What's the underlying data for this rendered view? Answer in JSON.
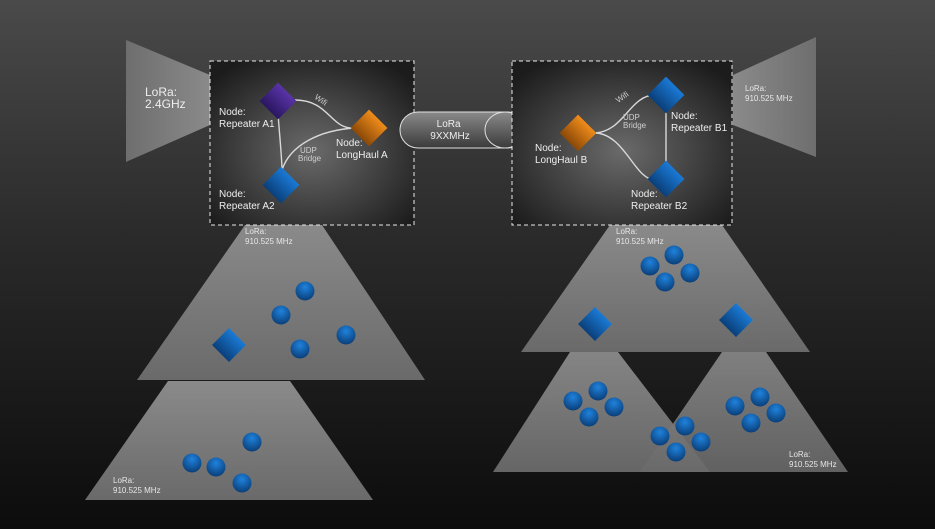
{
  "diagram": {
    "cluster_a": {
      "antenna_label": [
        "LoRa:",
        "2.4GHz"
      ],
      "nodes": {
        "repeater_a1": [
          "Node:",
          "Repeater A1"
        ],
        "longhaul_a": [
          "Node:",
          "LongHaul A"
        ],
        "repeater_a2": [
          "Node:",
          "Repeater A2"
        ]
      },
      "links": {
        "wifi": "Wifi",
        "udp": [
          "UDP",
          "Bridge"
        ]
      },
      "coverage_top_label": [
        "LoRa:",
        "910.525 MHz"
      ],
      "coverage_bottom_label": [
        "LoRa:",
        "910.525 MHz"
      ]
    },
    "backhaul": {
      "label": [
        "LoRa",
        "9XXMHz"
      ]
    },
    "cluster_b": {
      "antenna_label": [
        "LoRa:",
        "910.525 MHz"
      ],
      "nodes": {
        "longhaul_b": [
          "Node:",
          "LongHaul B"
        ],
        "repeater_b1": [
          "Node:",
          "Repeater B1"
        ],
        "repeater_b2": [
          "Node:",
          "Repeater B2"
        ]
      },
      "links": {
        "wifi": "Wifi",
        "udp": [
          "UDP",
          "Bridge"
        ]
      },
      "coverage_top_label": [
        "LoRa:",
        "910.525 MHz"
      ],
      "coverage_bottom_label": [
        "LoRa:",
        "910.525 MHz"
      ]
    },
    "colors": {
      "repeater_purple": "#4a2a8c",
      "longhaul_orange": "#e07a10",
      "repeater_blue": "#1468b8",
      "client_blue": "#1670c4",
      "coverage_gray": "#7a7a7a"
    }
  }
}
